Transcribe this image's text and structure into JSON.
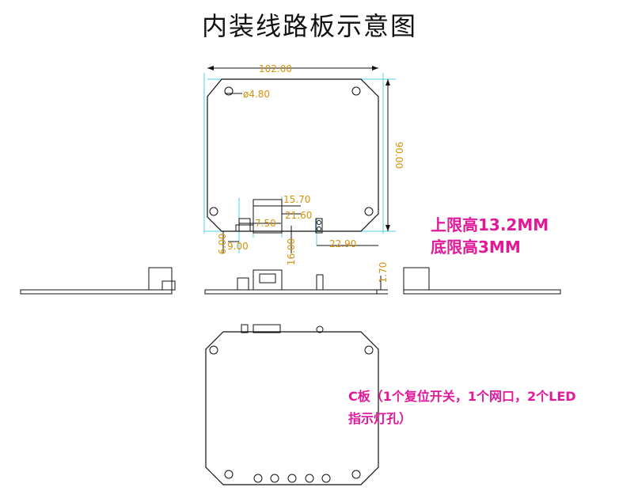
{
  "title": "内装线路板示意图",
  "dimensions": {
    "width": "102.00",
    "height": "90.00",
    "hole": "ø4.80",
    "d1570": "15.70",
    "d2160": "21.60",
    "d750": "7.50",
    "d600": "6.00",
    "d900": "9.00",
    "d1600": "16.00",
    "d2290": "22.90",
    "d170": "1.70"
  },
  "height_notes": {
    "upper": "上限高13.2MM",
    "lower": "底限高3MM"
  },
  "board_note": {
    "line1": "C板（1个复位开关，1个网口，2个LED",
    "line2": "指示灯孔）"
  },
  "colors": {
    "dimension_text": "#d4920a",
    "note_text": "#e0189a",
    "construction_lines": "#4fd0e8",
    "outline": "#111111"
  }
}
